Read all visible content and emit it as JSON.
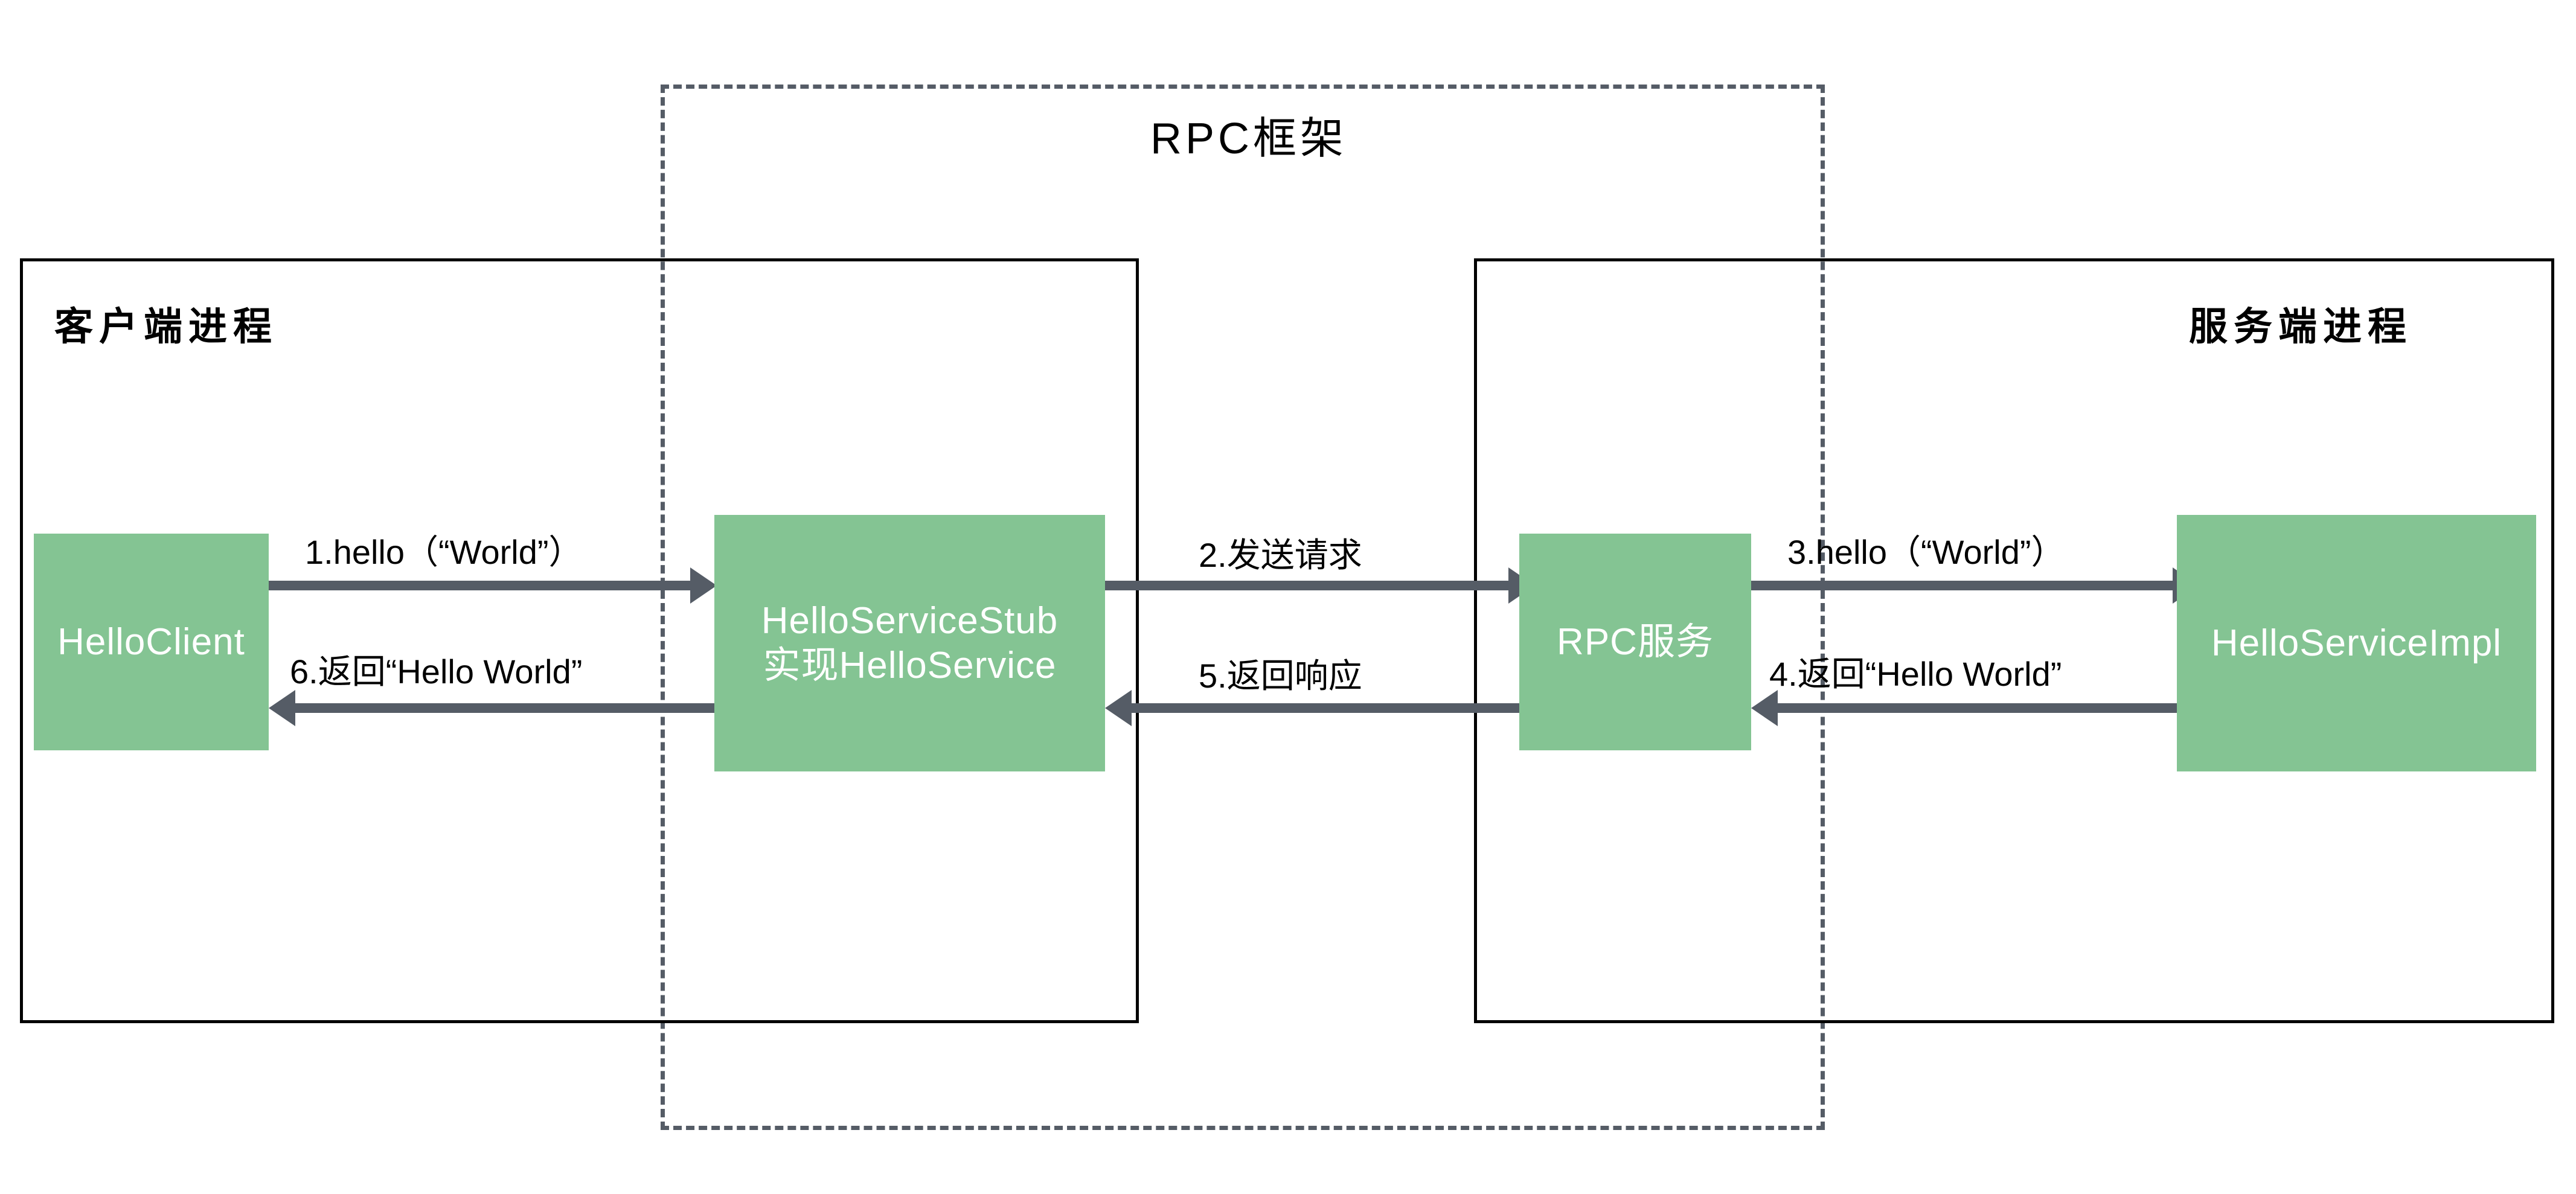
{
  "diagram": {
    "title": "RPC框架",
    "containers": [
      {
        "id": "client-process",
        "label": "客户端进程"
      },
      {
        "id": "server-process",
        "label": "服务端进程"
      }
    ],
    "nodes": [
      {
        "id": "hello-client",
        "lines": [
          "HelloClient"
        ]
      },
      {
        "id": "hello-service-stub",
        "lines": [
          "HelloServiceStub",
          "实现HelloService"
        ]
      },
      {
        "id": "rpc-service",
        "lines": [
          "RPC服务"
        ]
      },
      {
        "id": "hello-service-impl",
        "lines": [
          "HelloServiceImpl"
        ]
      }
    ],
    "node_text": {
      "hello_client": "HelloClient",
      "stub_line1": "HelloServiceStub",
      "stub_line2": "实现HelloService",
      "rpc_service": "RPC服务",
      "hello_service_impl": "HelloServiceImpl"
    },
    "edges": [
      {
        "step": 1,
        "label": "1.hello（“World”）",
        "from": "hello-client",
        "to": "hello-service-stub",
        "direction": "right"
      },
      {
        "step": 2,
        "label": "2.发送请求",
        "from": "hello-service-stub",
        "to": "rpc-service",
        "direction": "right"
      },
      {
        "step": 3,
        "label": "3.hello（“World”）",
        "from": "rpc-service",
        "to": "hello-service-impl",
        "direction": "right"
      },
      {
        "step": 4,
        "label": "4.返回“Hello World”",
        "from": "hello-service-impl",
        "to": "rpc-service",
        "direction": "left"
      },
      {
        "step": 5,
        "label": "5.返回响应",
        "from": "rpc-service",
        "to": "hello-service-stub",
        "direction": "left"
      },
      {
        "step": 6,
        "label": "6.返回“Hello World”",
        "from": "hello-service-stub",
        "to": "hello-client",
        "direction": "left"
      }
    ],
    "colors": {
      "node_fill": "#84c493",
      "node_text": "#ffffff",
      "arrow": "#555c66",
      "frame_dashed": "#555c66",
      "container_border": "#000000",
      "background": "#ffffff"
    }
  }
}
